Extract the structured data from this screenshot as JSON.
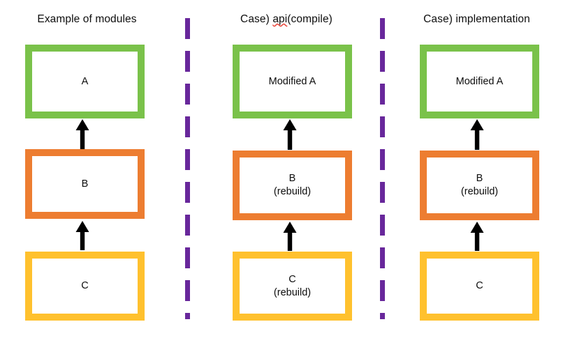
{
  "diagram": {
    "title_col1": "Example of modules",
    "title_col2_prefix": "Case) ",
    "title_col2_misspelled": "api",
    "title_col2_suffix": "(compile)",
    "title_col3": "Case) implementation",
    "colors": {
      "green": "#7ac24a",
      "orange": "#ed7d31",
      "yellow": "#ffc12e",
      "purple": "#68279b",
      "arrow": "#000000",
      "background": "#ffffff",
      "text": "#0d0d0d",
      "spellcheck_underline": "#e8443a"
    },
    "columns": [
      {
        "name": "example-of-modules",
        "boxes": [
          {
            "id": "col1-a",
            "label": "A",
            "color": "green"
          },
          {
            "id": "col1-b",
            "label": "B",
            "color": "orange"
          },
          {
            "id": "col1-c",
            "label": "C",
            "color": "yellow"
          }
        ]
      },
      {
        "name": "case-api-compile",
        "boxes": [
          {
            "id": "col2-a",
            "label": "Modified A",
            "color": "green"
          },
          {
            "id": "col2-b",
            "label": "B\n(rebuild)",
            "color": "orange"
          },
          {
            "id": "col2-c",
            "label": "C\n(rebuild)",
            "color": "yellow"
          }
        ]
      },
      {
        "name": "case-implementation",
        "boxes": [
          {
            "id": "col3-a",
            "label": "Modified A",
            "color": "green"
          },
          {
            "id": "col3-b",
            "label": "B\n(rebuild)",
            "color": "orange"
          },
          {
            "id": "col3-c",
            "label": "C",
            "color": "yellow"
          }
        ]
      }
    ]
  }
}
